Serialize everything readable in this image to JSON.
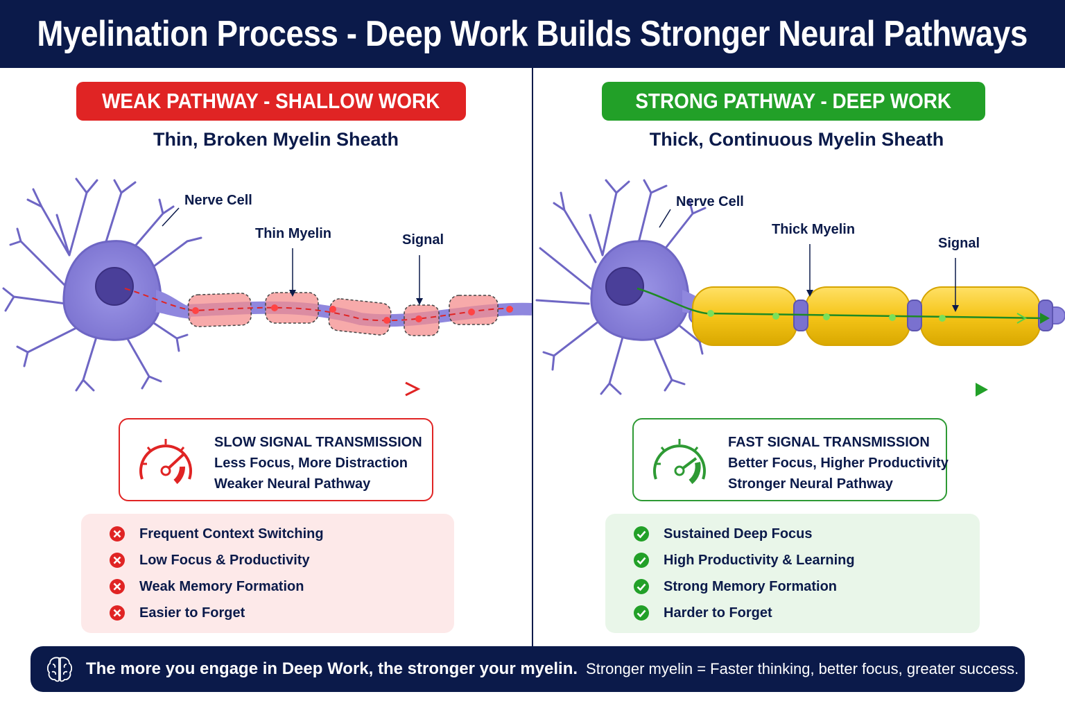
{
  "title": "Myelination Process - Deep Work Builds Stronger Neural Pathways",
  "left": {
    "banner": "WEAK PATHWAY - SHALLOW WORK",
    "subtitle": "Thin, Broken Myelin Sheath",
    "labels": {
      "nerve_cell": "Nerve Cell",
      "myelin": "Thin Myelin",
      "signal": "Signal"
    },
    "info": {
      "heading": "SLOW SIGNAL TRANSMISSION",
      "line1": "Less Focus, More Distraction",
      "line2": "Weaker Neural Pathway"
    },
    "items": [
      "Frequent Context Switching",
      "Low Focus & Productivity",
      "Weak Memory Formation",
      "Easier to Forget"
    ],
    "accent": "#e02424"
  },
  "right": {
    "banner": "STRONG PATHWAY - DEEP WORK",
    "subtitle": "Thick, Continuous Myelin Sheath",
    "labels": {
      "nerve_cell": "Nerve Cell",
      "myelin": "Thick Myelin",
      "signal": "Signal"
    },
    "info": {
      "heading": "FAST SIGNAL TRANSMISSION",
      "line1": "Better Focus, Higher Productivity",
      "line2": "Stronger Neural Pathway"
    },
    "items": [
      "Sustained Deep Focus",
      "High Productivity & Learning",
      "Strong Memory Formation",
      "Harder to Forget"
    ],
    "accent": "#22a028"
  },
  "footer": {
    "bold": "The more you engage in Deep Work, the stronger your myelin.",
    "light": "Stronger myelin = Faster thinking, better focus, greater success."
  }
}
